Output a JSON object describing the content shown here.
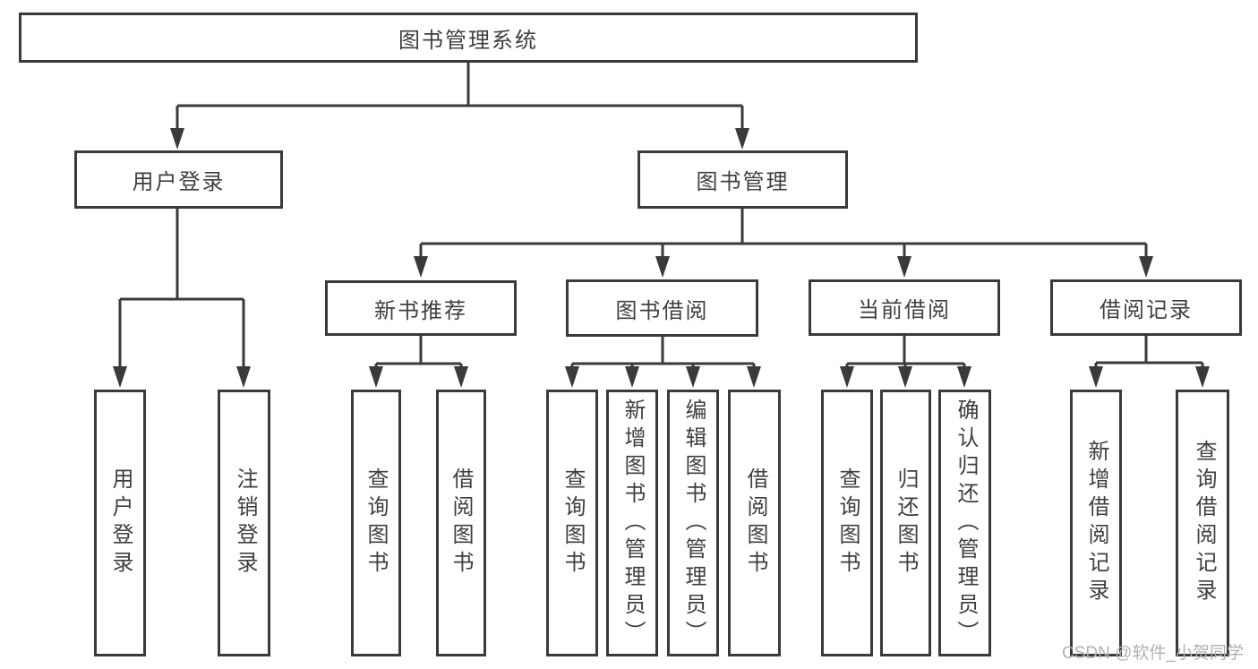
{
  "nodes": {
    "root": "图书管理系统",
    "user_login": "用户登录",
    "book_mgmt": "图书管理",
    "new_book_rec": "新书推荐",
    "book_borrow": "图书借阅",
    "current_borrow": "当前借阅",
    "borrow_record": "借阅记录",
    "leaf_user_login": "用户登录",
    "leaf_logout": "注销登录",
    "leaf_query_book_a": "查询图书",
    "leaf_borrow_book_a": "借阅图书",
    "leaf_query_book_b": "查询图书",
    "leaf_add_book": "新增图书（管理员）",
    "leaf_edit_book": "编辑图书（管理员）",
    "leaf_borrow_book_b": "借阅图书",
    "leaf_query_book_c": "查询图书",
    "leaf_return_book": "归还图书",
    "leaf_confirm_return": "确认归还（管理员）",
    "leaf_add_record": "新增借阅记录",
    "leaf_query_record": "查询借阅记录"
  },
  "watermark": "CSDN @软件_小贺同学",
  "colors": {
    "line": "#3a3a3a",
    "border": "#3a3a3a",
    "text": "#3f3f3f",
    "watermark": "#b3b0b0",
    "background": "#ffffff"
  }
}
